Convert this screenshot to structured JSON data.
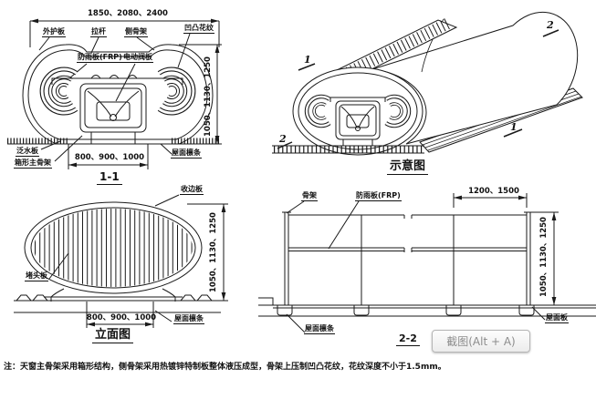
{
  "colors": {
    "line": "#1a1a1a",
    "tooltip_text": "#8c8c8c",
    "tooltip_border": "#b5b5b5"
  },
  "note": "注：天窗主骨架采用箱形结构，侧骨架采用热镀锌特制板整体液压成型，骨架上压制凹凸花纹，花纹深度不小于1.5mm。",
  "tooltip": {
    "label": "截图(Alt + A)"
  },
  "dims": {
    "overall_width": "1850、2080、2400",
    "base_width": "800、900、1000",
    "height": "1050、1130、1250",
    "bay_spacing": "1200、1500"
  },
  "section11": {
    "title": "1-1",
    "labels": {
      "outer_guard": "外护板",
      "tie_rod": "拉杆",
      "side_frame": "侧骨架",
      "emboss": "凹凸花纹",
      "rain_board": "防雨板(FRP)",
      "damper": "电动阀板",
      "flashing": "泛水板",
      "main_frame": "箱形主骨架",
      "purlin": "屋面檩条"
    }
  },
  "schematic": {
    "title": "示意图",
    "marks": {
      "s1": "1",
      "s2": "2"
    }
  },
  "elevation": {
    "title": "立面图",
    "labels": {
      "edge_trim": "收边板",
      "end_cap": "堵头板",
      "purlin": "屋面檩条"
    }
  },
  "section22": {
    "title": "2-2",
    "labels": {
      "frame": "骨架",
      "rain_board": "防雨板(FRP)",
      "purlin": "屋面檩条",
      "roof_panel": "屋面板"
    }
  }
}
